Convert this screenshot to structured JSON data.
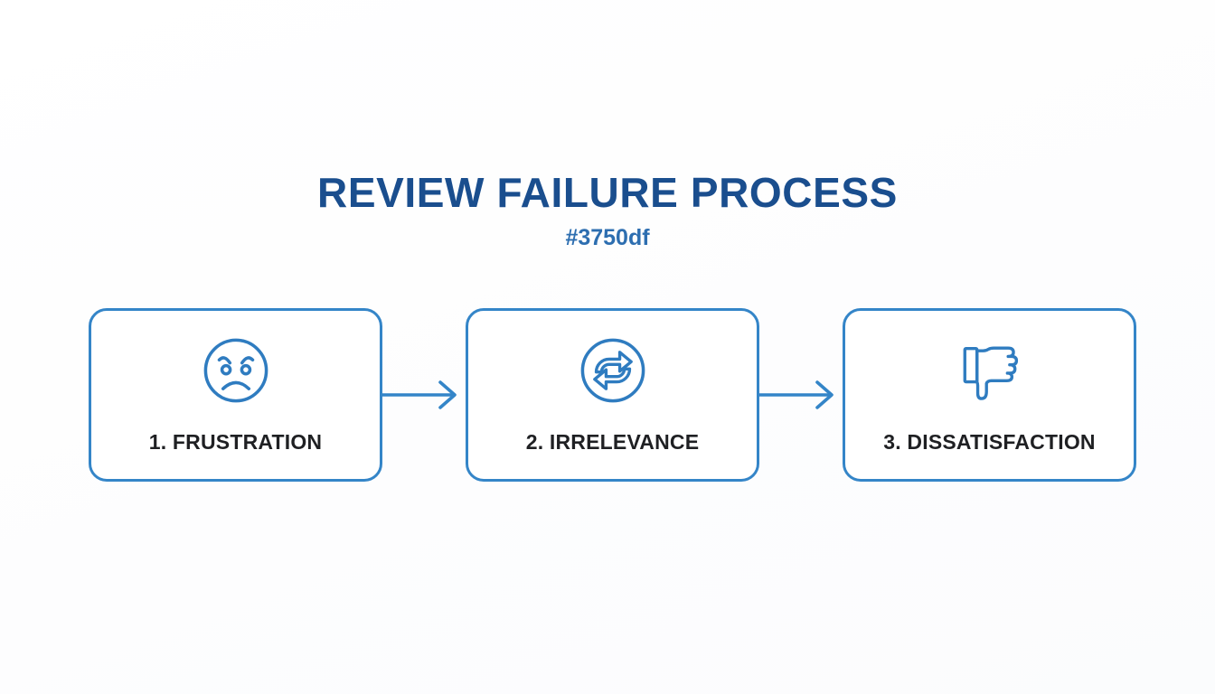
{
  "header": {
    "title": "REVIEW FAILURE PROCESS",
    "subtitle": "#3750df"
  },
  "theme": {
    "title_color": "#1a4e8e",
    "subtitle_color": "#2d6eb0",
    "accent_color": "#3485c8",
    "label_color": "#1f2023",
    "background_color": "#ffffff"
  },
  "process": {
    "steps": [
      {
        "label": "1. FRUSTRATION",
        "icon": "sad-face-icon"
      },
      {
        "label": "2. IRRELEVANCE",
        "icon": "refresh-cycle-icon"
      },
      {
        "label": "3. DISSATISFACTION",
        "icon": "thumbs-down-icon"
      }
    ],
    "connectors": [
      {
        "icon": "arrow-right-icon"
      },
      {
        "icon": "arrow-right-icon"
      }
    ]
  }
}
